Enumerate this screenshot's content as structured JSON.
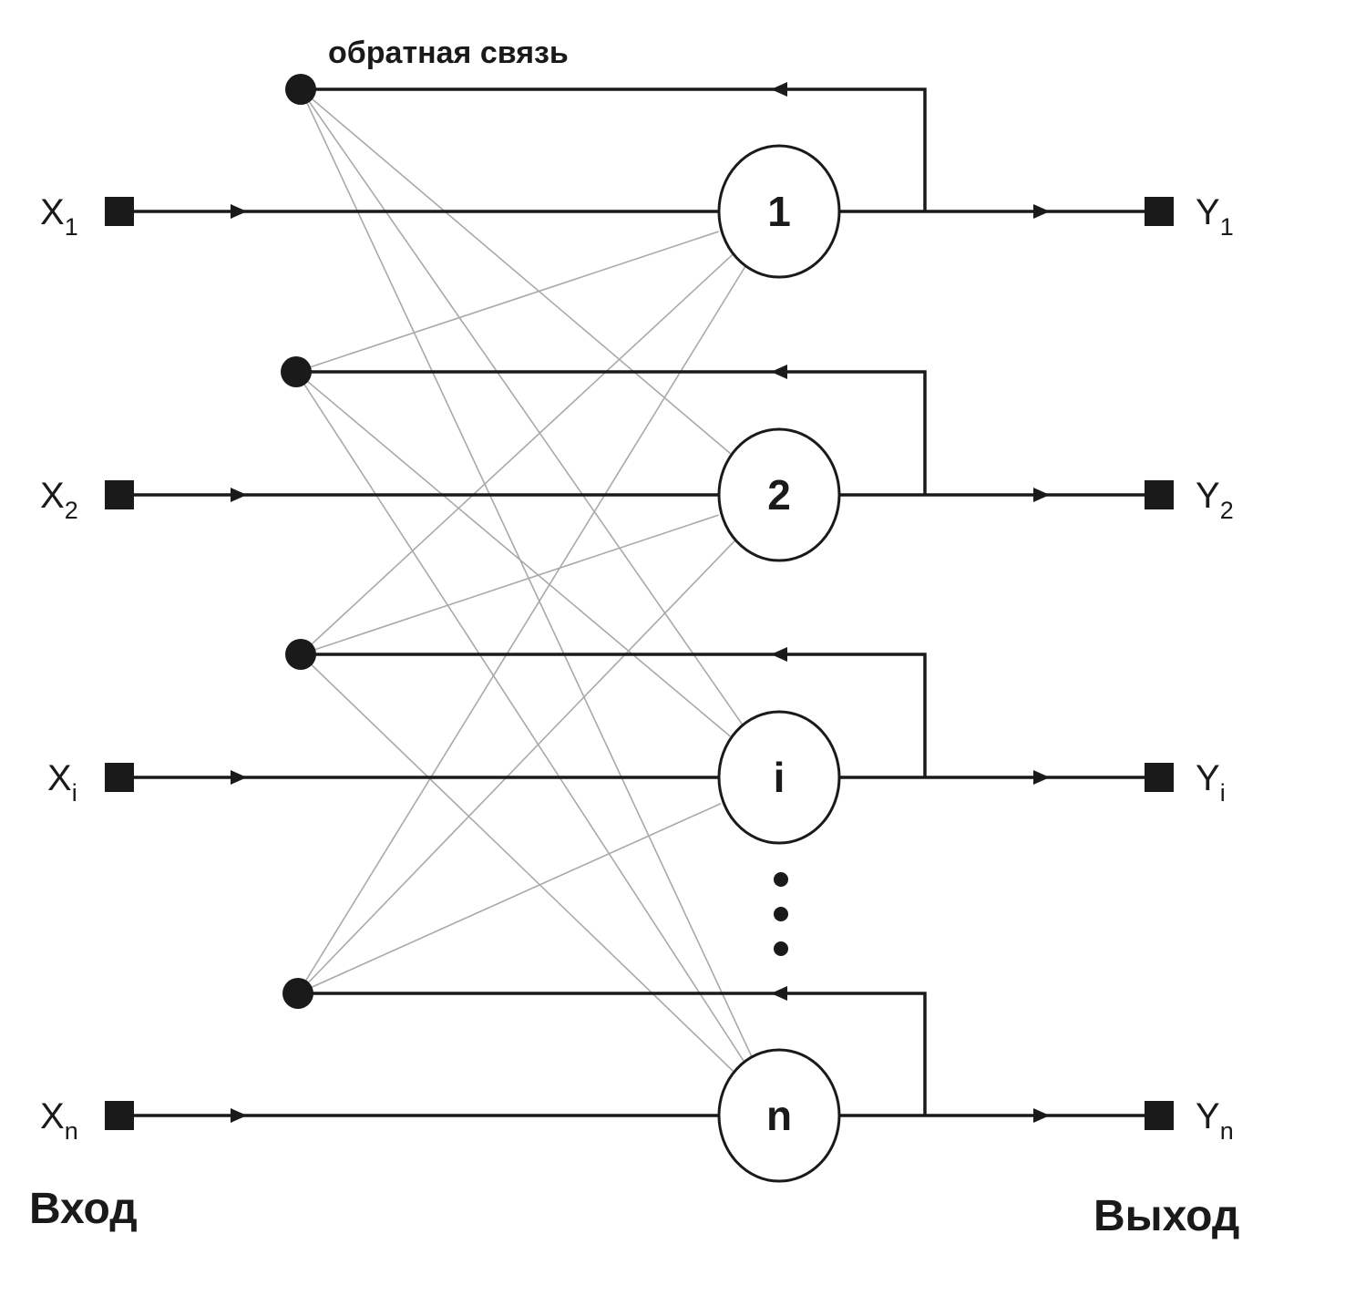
{
  "feedback_label": "обратная связь",
  "input_label": "Вход",
  "output_label": "Выход",
  "neurons": [
    {
      "label": "1",
      "input": {
        "base": "X",
        "sub": "1"
      },
      "output": {
        "base": "Y",
        "sub": "1"
      }
    },
    {
      "label": "2",
      "input": {
        "base": "X",
        "sub": "2"
      },
      "output": {
        "base": "Y",
        "sub": "2"
      }
    },
    {
      "label": "i",
      "input": {
        "base": "X",
        "sub": "i"
      },
      "output": {
        "base": "Y",
        "sub": "i"
      }
    },
    {
      "label": "n",
      "input": {
        "base": "X",
        "sub": "n"
      },
      "output": {
        "base": "Y",
        "sub": "n"
      }
    }
  ],
  "colors": {
    "line": "#1a1a1a",
    "connection": "#a9a9a9",
    "background": "#ffffff"
  }
}
